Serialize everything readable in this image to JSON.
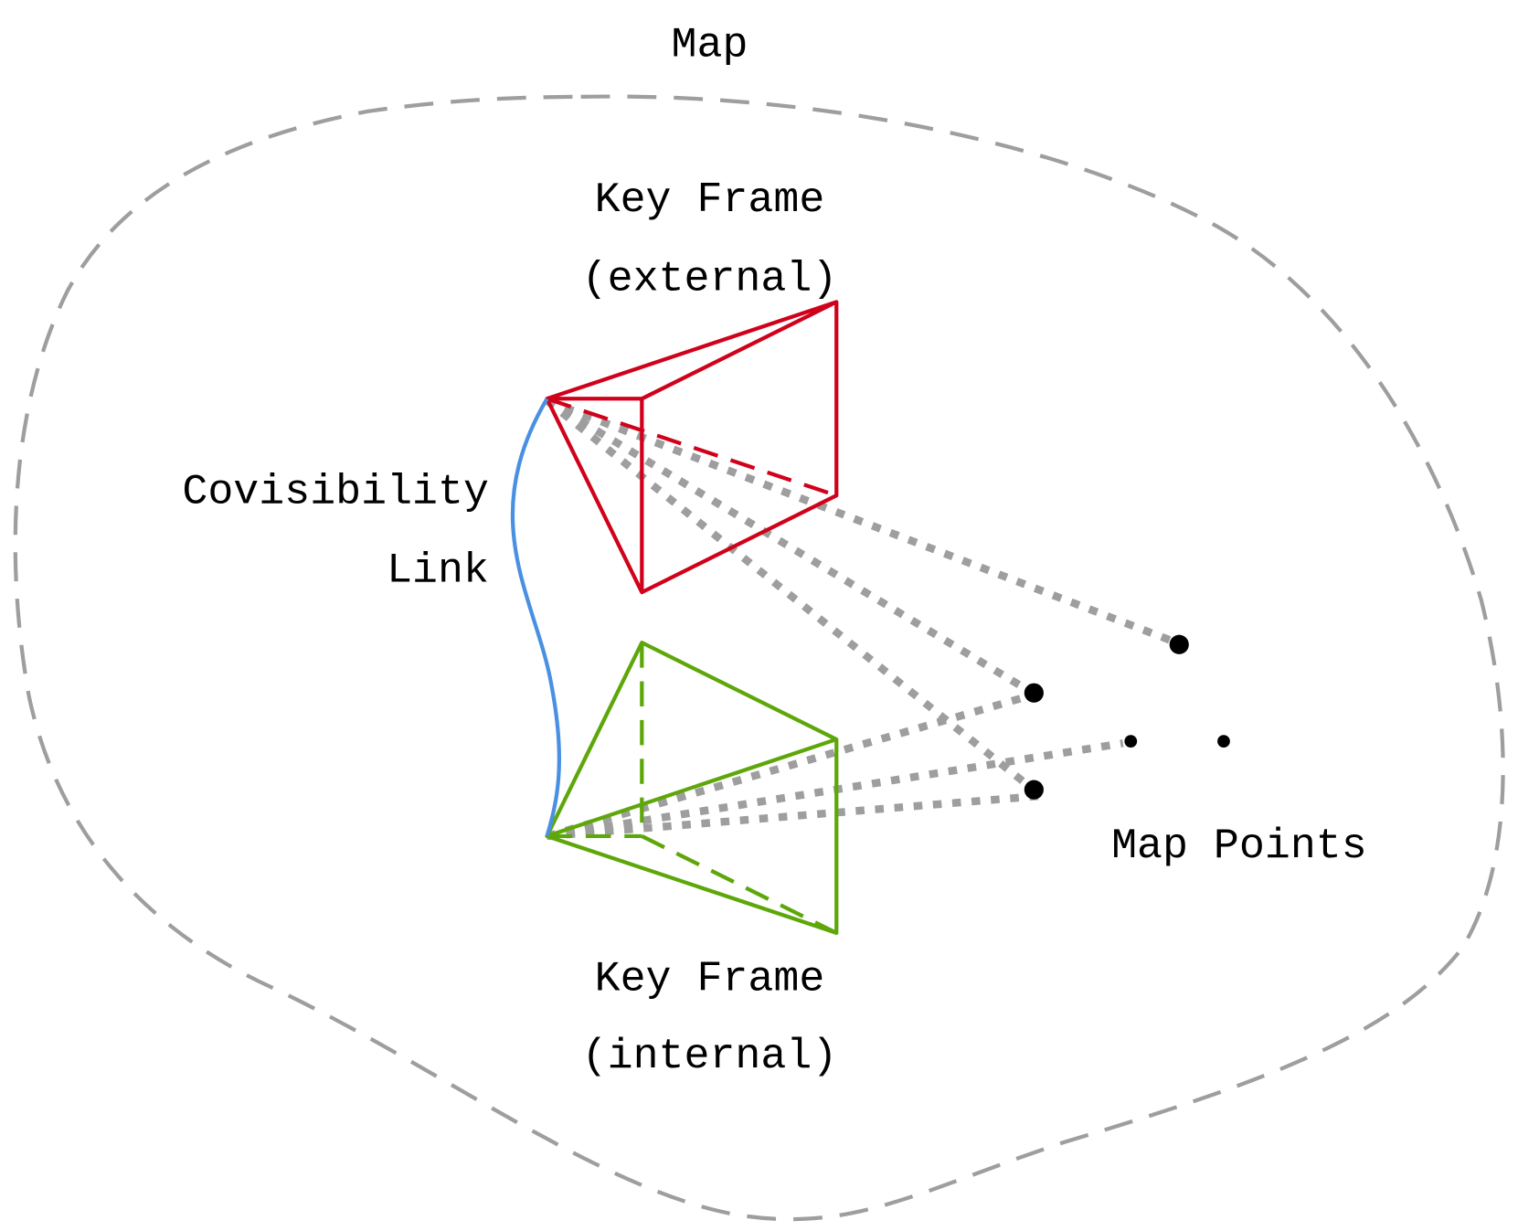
{
  "title": "Map",
  "labels": {
    "external_line1": "Key Frame",
    "external_line2": "(external)",
    "internal_line1": "Key Frame",
    "internal_line2": "(internal)",
    "covis_line1": "Covisibility",
    "covis_line2": "Link",
    "map_points": "Map Points"
  },
  "colors": {
    "map_boundary": "#9e9e9e",
    "external_keyframe": "#d0021b",
    "internal_keyframe": "#5ea70a",
    "covisibility_link": "#4a90e2",
    "observation_lines": "#9e9e9e",
    "map_points": "#000000"
  }
}
